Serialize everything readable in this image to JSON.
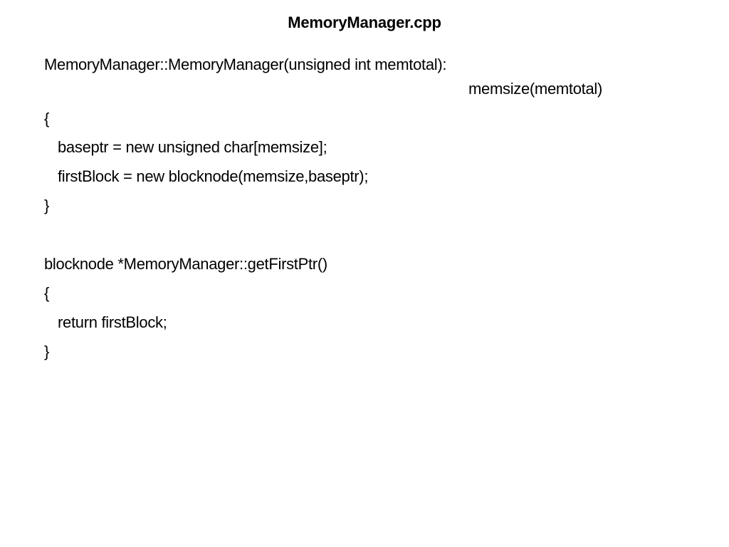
{
  "slide": {
    "title": "MemoryManager.cpp",
    "code": {
      "constructor_signature": "MemoryManager::MemoryManager(unsigned int memtotal):",
      "constructor_initializer": "memsize(memtotal)",
      "constructor_open_brace": "{",
      "constructor_line_1": "baseptr = new unsigned char[memsize];",
      "constructor_line_2": "firstBlock = new blocknode(memsize,baseptr);",
      "constructor_close_brace": "}",
      "getter_signature": "blocknode *MemoryManager::getFirstPtr()",
      "getter_open_brace": "{",
      "getter_line_1": "return firstBlock;",
      "getter_close_brace": "}"
    }
  }
}
